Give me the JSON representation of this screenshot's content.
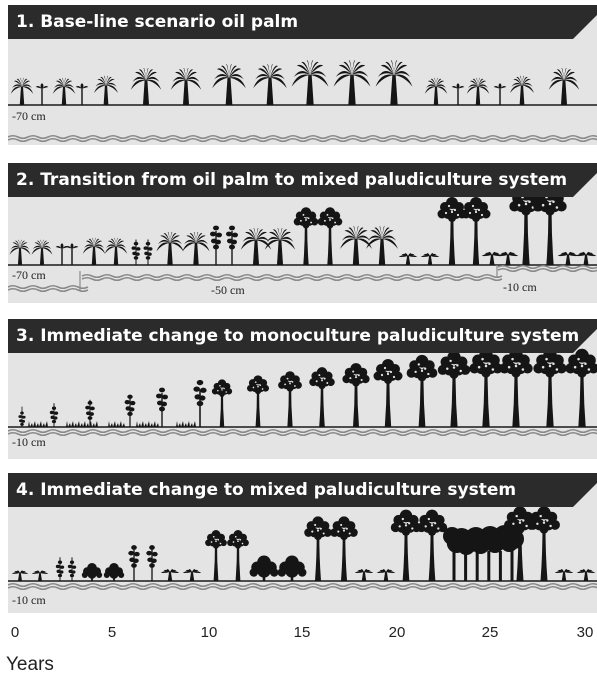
{
  "panels": [
    {
      "title": "1. Base-line scenario oil palm",
      "depths": [
        "-70 cm"
      ]
    },
    {
      "title": "2. Transition from oil palm to mixed paludiculture system",
      "depths": [
        "-70 cm",
        "-50 cm",
        "-10 cm"
      ]
    },
    {
      "title": "3. Immediate change to monoculture paludiculture system",
      "depths": [
        "-10 cm"
      ]
    },
    {
      "title": "4. Immediate change to mixed paludiculture system",
      "depths": [
        "-10 cm"
      ]
    }
  ],
  "timeline": {
    "ticks": [
      "0",
      "5",
      "10",
      "15",
      "20",
      "25",
      "30"
    ],
    "label": "Years"
  },
  "colors": {
    "banner": "#2b2b2b",
    "panel_background": "#e4e4e4",
    "plants": "#151515",
    "water": "#8a8a8a"
  }
}
